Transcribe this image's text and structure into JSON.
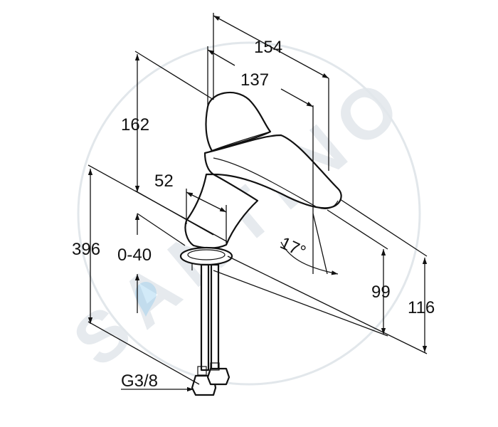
{
  "watermark": {
    "text": "SANTINO",
    "color": "#e6eaee",
    "drop_color": "#7fc4ec"
  },
  "dimensions": {
    "overall_length": "154",
    "spout_length": "137",
    "total_height": "162",
    "body_diameter": "52",
    "total_installed_height": "396",
    "deck_thickness": "0-40",
    "spout_height": "99",
    "spout_height_top": "116",
    "spout_angle": "17°",
    "connection_thread": "G3/8"
  }
}
